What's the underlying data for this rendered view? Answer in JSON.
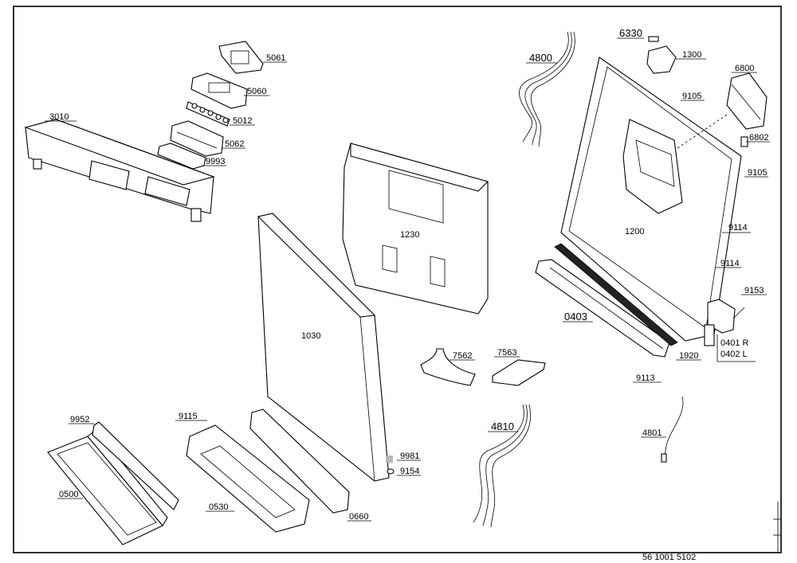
{
  "diagram": {
    "part_labels": {
      "p5061": "5061",
      "p5060": "5060",
      "p5012": "5012",
      "p5062": "5062",
      "p9993": "9993",
      "p3010": "3010",
      "p4800": "4800",
      "p6330": "6330",
      "p1300": "1300",
      "p6800": "6800",
      "p9105a": "9105",
      "p6802": "6802",
      "p9105b": "9105",
      "p1200": "1200",
      "p9114a": "9114",
      "p9114b": "9114",
      "p9153": "9153",
      "p0401": "0401 R",
      "p0402": "0402 L",
      "p1920": "1920",
      "p0403": "0403",
      "p9113": "9113",
      "p1230": "1230",
      "p1030": "1030",
      "p7562": "7562",
      "p7563": "7563",
      "p4810": "4810",
      "p4801": "4801",
      "p9952": "9952",
      "p0500": "0500",
      "p9115": "9115",
      "p0530": "0530",
      "p0660": "0660",
      "p9981": "9981",
      "p9154": "9154"
    },
    "footer_code": "56 1001 5102"
  }
}
